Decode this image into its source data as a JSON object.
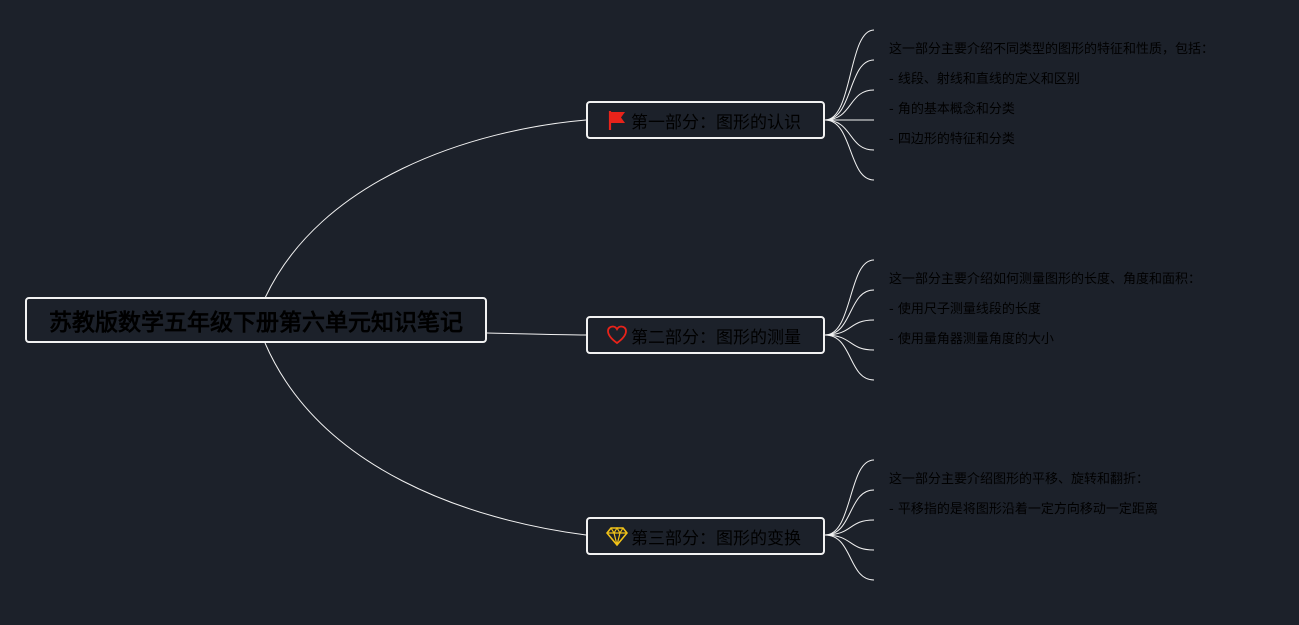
{
  "background_color": "#1c212a",
  "line_color": "#f2f2f2",
  "root": {
    "title": "苏教版数学五年级下册第六单元知识笔记"
  },
  "branches": [
    {
      "icon": "red-flag-icon",
      "icon_color": "#e8231a",
      "title": "第一部分：图形的认识",
      "items": [
        "这一部分主要介绍不同类型的图形的特征和性质，包括：",
        "- 线段、射线和直线的定义和区别",
        "- 角的基本概念和分类",
        "- 四边形的特征和分类",
        "",
        ""
      ]
    },
    {
      "icon": "heart-icon",
      "icon_color": "#e8231a",
      "title": "第二部分：图形的测量",
      "items": [
        "这一部分主要介绍如何测量图形的长度、角度和面积：",
        "- 使用尺子测量线段的长度",
        "- 使用量角器测量角度的大小",
        "",
        ""
      ]
    },
    {
      "icon": "diamond-icon",
      "icon_color": "#f2c318",
      "title": "第三部分：图形的变换",
      "items": [
        "这一部分主要介绍图形的平移、旋转和翻折：",
        "- 平移指的是将图形沿着一定方向移动一定距离",
        "",
        "",
        ""
      ]
    }
  ]
}
